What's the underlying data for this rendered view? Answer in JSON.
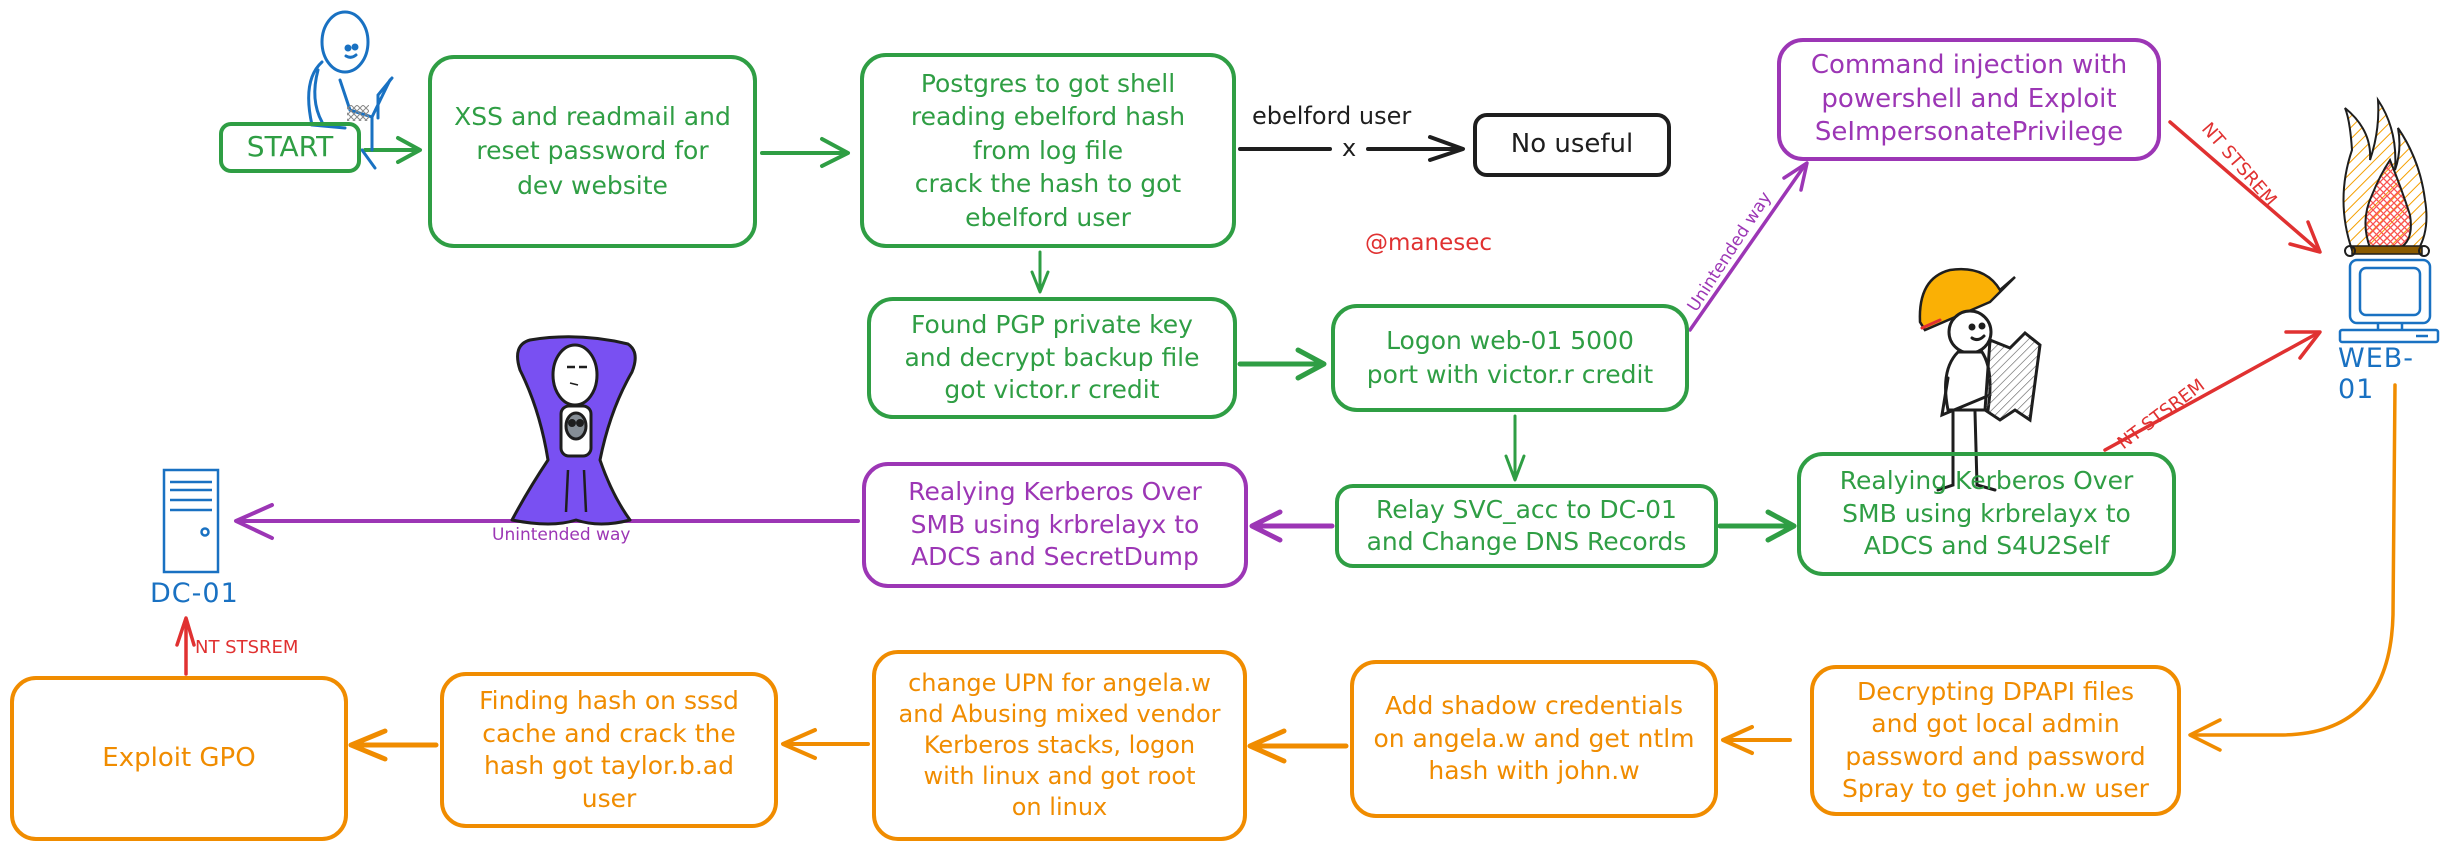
{
  "title": "Attack path diagram",
  "colors": {
    "green": "#2f9e44",
    "purple": "#9c36b5",
    "orange": "#f08c00",
    "red": "#e03131",
    "blue": "#1971c2",
    "black": "#1e1e1e"
  },
  "watermark": "@manesec",
  "nodes": {
    "start": "START",
    "xss": "XSS and readmail  and\nreset password for\ndev website",
    "postgres": "Postgres to got shell\nreading ebelford hash\nfrom log file\ncrack the hash to got\nebelford user",
    "no_useful": "No useful",
    "command_injection": "Command injection with\npowershell and Exploit\nSeImpersonatePrivilege",
    "found_pgp": "Found PGP private key\nand decrypt backup file\ngot victor.r credit",
    "logon_web01": "Logon web-01 5000\nport with victor.r credit",
    "relay_svc": "Relay SVC_acc to DC-01\nand Change DNS Records",
    "relay_kerberos_secretdump": "Realying Kerberos Over\nSMB using krbrelayx to\nADCS and SecretDump",
    "relay_kerberos_s4u2self": "Realying Kerberos Over\nSMB using krbrelayx to\nADCS and S4U2Self",
    "decrypt_dpapi": "Decrypting DPAPI files\nand got local admin\npassword and password\nSpray to get john.w user",
    "shadow_credentials": "Add shadow credentials\non angela.w and get ntlm\nhash with john.w",
    "change_upn": "change UPN for angela.w\nand Abusing mixed vendor\nKerberos stacks, logon\nwith linux and got root\non linux",
    "finding_hash": "Finding hash on sssd\ncache and crack the\nhash got taylor.b.ad\nuser",
    "exploit_gpo": "Exploit GPO"
  },
  "hosts": {
    "web01": "WEB-01",
    "dc01": "DC-01"
  },
  "edge_labels": {
    "ebelford_user": "ebelford user",
    "blocked_mark": "x",
    "unintended_way_diagonal": "Unintended way",
    "unintended_way_horizontal": "Unintended way",
    "nt_system_top": "NT STSREM",
    "nt_system_middle": "NT STSREM",
    "nt_system_dc": "NT STSREM"
  },
  "icons": [
    "person-laptop-icon",
    "wizard-figure-icon",
    "hardhat-figure-with-map-icon",
    "burning-computer-icon",
    "server-tower-icon"
  ]
}
